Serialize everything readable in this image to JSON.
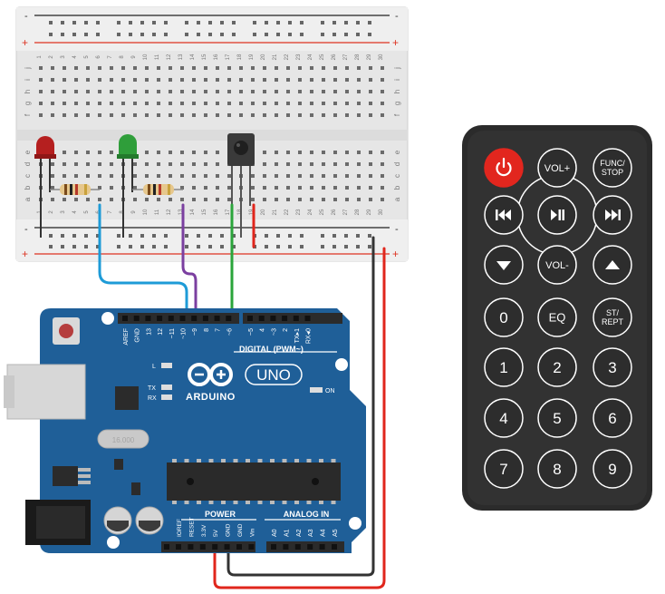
{
  "breadboard": {
    "rail_plus": "+",
    "rail_minus": "-",
    "columns": [
      "1",
      "2",
      "3",
      "4",
      "5",
      "6",
      "7",
      "8",
      "9",
      "10",
      "11",
      "12",
      "13",
      "14",
      "15",
      "16",
      "17",
      "18",
      "19",
      "20",
      "21",
      "22",
      "23",
      "24",
      "25",
      "26",
      "27",
      "28",
      "29",
      "30"
    ],
    "rows_top": [
      "j",
      "i",
      "h",
      "g",
      "f"
    ],
    "rows_bottom": [
      "e",
      "d",
      "c",
      "b",
      "a"
    ]
  },
  "components": {
    "led_red_color": "#b51f1f",
    "led_green_color": "#2f9e3a",
    "ir_receiver": "ir-receiver-icon"
  },
  "wires": {
    "blue": "#1e9bd7",
    "purple": "#7b3fa0",
    "green": "#2aa53a",
    "red": "#e0261c",
    "black": "#333333"
  },
  "arduino": {
    "brand": "ARDUINO",
    "model": "UNO",
    "digital_label": "DIGITAL (PWM~)",
    "power_label": "POWER",
    "analog_label": "ANALOG IN",
    "on_label": "ON",
    "led_l": "L",
    "led_tx": "TX",
    "led_rx": "RX",
    "crystal": "16.000",
    "digital_pins": [
      "AREF",
      "GND",
      "13",
      "12",
      "~11",
      "~10",
      "~9",
      "8",
      "7",
      "~6",
      "~5",
      "4",
      "~3",
      "2",
      "TX▸1",
      "RX◂0"
    ],
    "power_pins": [
      "IOREF",
      "RESET",
      "3.3V",
      "5V",
      "GND",
      "GND",
      "Vin"
    ],
    "analog_pins": [
      "A0",
      "A1",
      "A2",
      "A3",
      "A4",
      "A5"
    ]
  },
  "remote": {
    "buttons": [
      {
        "label": "",
        "kind": "power"
      },
      {
        "label": "VOL+",
        "kind": "text"
      },
      {
        "label": "FUNC/\nSTOP",
        "kind": "text"
      },
      {
        "label": "",
        "kind": "prev"
      },
      {
        "label": "",
        "kind": "playpause"
      },
      {
        "label": "",
        "kind": "next"
      },
      {
        "label": "",
        "kind": "down"
      },
      {
        "label": "VOL-",
        "kind": "text"
      },
      {
        "label": "",
        "kind": "up"
      },
      {
        "label": "0",
        "kind": "num"
      },
      {
        "label": "EQ",
        "kind": "num"
      },
      {
        "label": "ST/\nREPT",
        "kind": "text"
      },
      {
        "label": "1",
        "kind": "num"
      },
      {
        "label": "2",
        "kind": "num"
      },
      {
        "label": "3",
        "kind": "num"
      },
      {
        "label": "4",
        "kind": "num"
      },
      {
        "label": "5",
        "kind": "num"
      },
      {
        "label": "6",
        "kind": "num"
      },
      {
        "label": "7",
        "kind": "num"
      },
      {
        "label": "8",
        "kind": "num"
      },
      {
        "label": "9",
        "kind": "num"
      }
    ]
  }
}
